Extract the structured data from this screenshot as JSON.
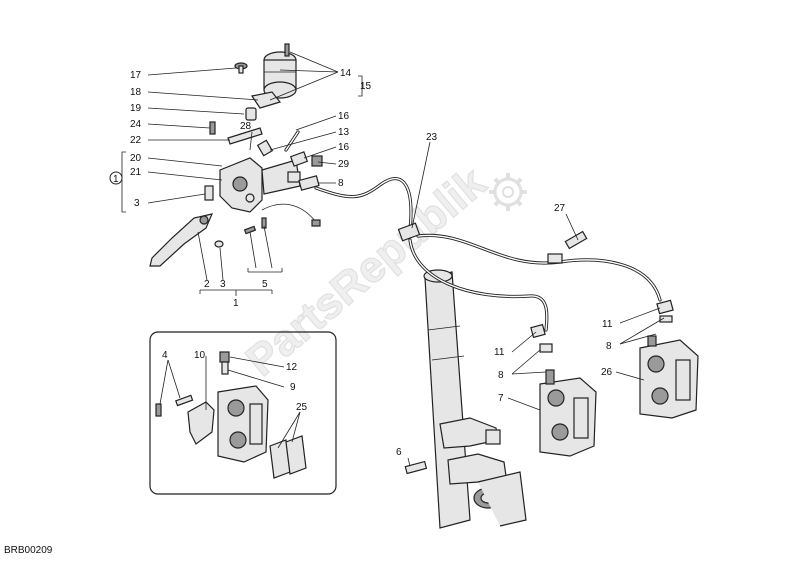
{
  "watermark": "PartsRepublik",
  "drawing_code": "BRB00209",
  "callouts": {
    "c1": "1",
    "c2a": "2",
    "c2b": "3",
    "c3": "3",
    "c4": "4",
    "c5": "5",
    "c6": "6",
    "c7": "7",
    "c8a": "8",
    "c8b": "8",
    "c8c": "8",
    "c9": "9",
    "c10": "10",
    "c11a": "11",
    "c11b": "11",
    "c12": "12",
    "c13": "13",
    "c14": "14",
    "c15": "15",
    "c16a": "16",
    "c16b": "16",
    "c17": "17",
    "c18": "18",
    "c19": "19",
    "c20": "20",
    "c21": "21",
    "c22": "22",
    "c23": "23",
    "c24": "24",
    "c25": "25",
    "c26": "26",
    "c27": "27",
    "c28": "28",
    "c29": "29",
    "circled1": "1"
  },
  "icons": {
    "watermark_logo": "gear-icon"
  }
}
